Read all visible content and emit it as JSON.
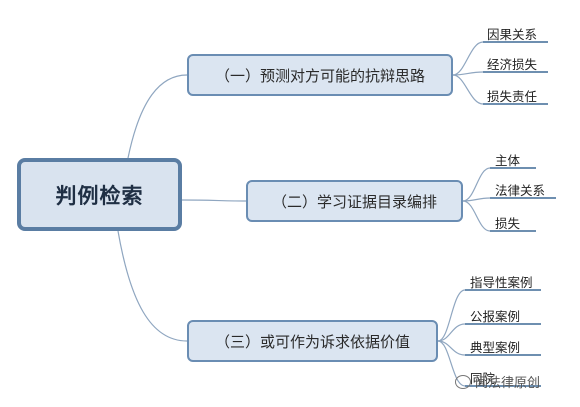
{
  "root": {
    "label": "判例检索"
  },
  "branches": [
    {
      "label": "（一）预测对方可能的抗辩思路",
      "leaves": [
        "因果关系",
        "经济损失",
        "损失责任"
      ]
    },
    {
      "label": "（二）学习证据目录编排",
      "leaves": [
        "主体",
        "法律关系",
        "损失"
      ]
    },
    {
      "label": "（三）或可作为诉求依据价值",
      "leaves": [
        "指导性案例",
        "公报案例",
        "典型案例",
        "同院"
      ]
    }
  ],
  "watermark": {
    "text": "闻法律原创"
  },
  "colors": {
    "line": "#6f8faf",
    "underline": "#3f6a96",
    "root_border": "#5a7da3",
    "box_fill": "#dbe5f1"
  }
}
